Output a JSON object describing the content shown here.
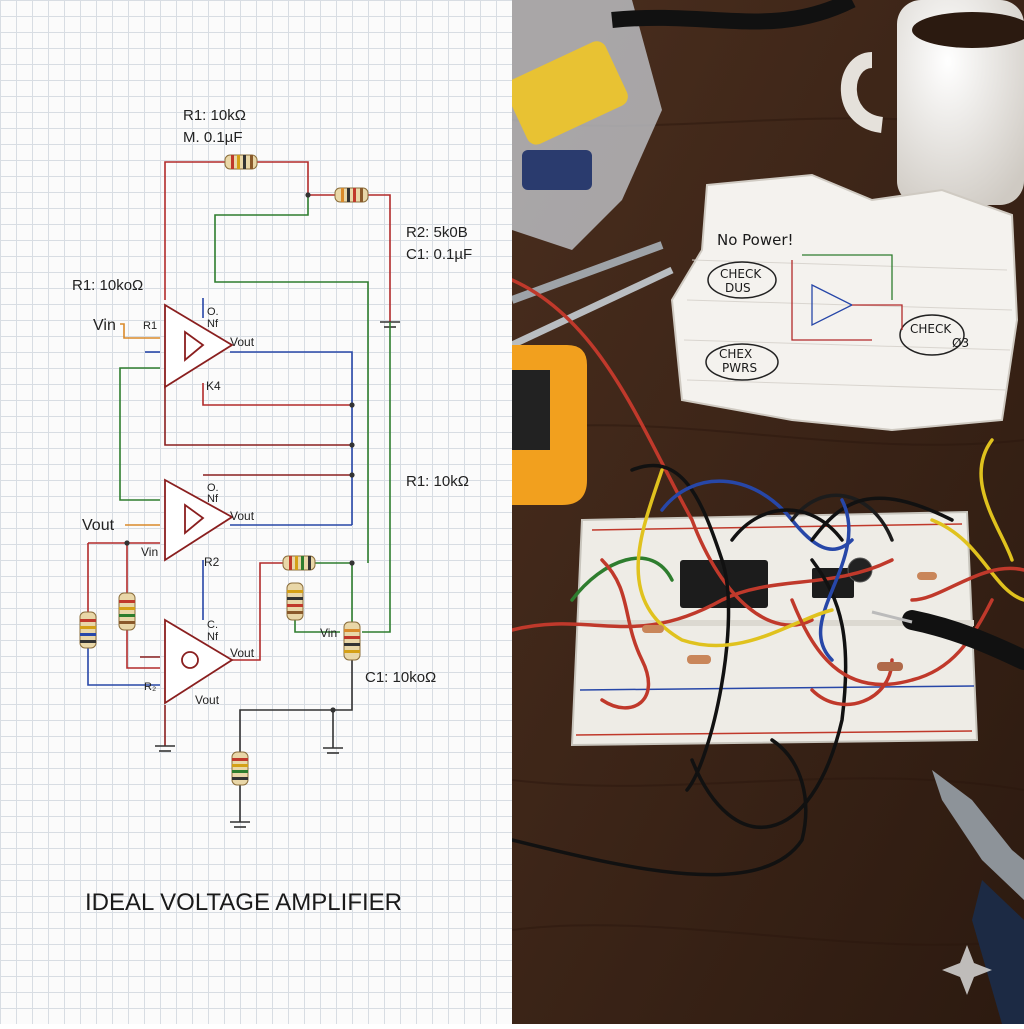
{
  "schematic": {
    "labels": {
      "r1_top": "R1: 10kΩ",
      "m_top": "M. 0.1µF",
      "r2_right": "R2: 5k0B",
      "c1_right": "C1: 0.1µF",
      "r1_left": "R1: 10koΩ",
      "vin_1": "Vin",
      "r1_pin": "R1",
      "o_1": "O.",
      "nf_1": "Nf",
      "vout_1": "Vout",
      "k4": "K4",
      "r1_mid_right": "R1: 10kΩ",
      "o_2": "O.",
      "nf_2": "Nf",
      "vout_2": "Vout",
      "vout_left": "Vout",
      "vin_2": "Vin",
      "r2_mid": "R2",
      "c_3": "C.",
      "nf_3": "Nf",
      "vout_3": "Vout",
      "vin_3": "Vin",
      "c1_bottom": "C1: 10koΩ",
      "r_pin_3": "R₂",
      "vout_4": "Vout"
    },
    "caption": "IDEAL VOLTAGE AMPLIFIER"
  },
  "photo": {
    "note_lines": {
      "no_power": "No Power!",
      "check_1": "CHECK",
      "check_1b": "DUS",
      "check_2": "CHECK",
      "check_2b": "Ø3",
      "check_3": "CHEX",
      "check_3b": "PWRS"
    }
  },
  "colors": {
    "wire_red": "#b22a2a",
    "wire_blue": "#2747a8",
    "wire_green": "#2e7d2e",
    "wire_orange": "#d98a2b",
    "opamp": "#8a1f1f"
  }
}
